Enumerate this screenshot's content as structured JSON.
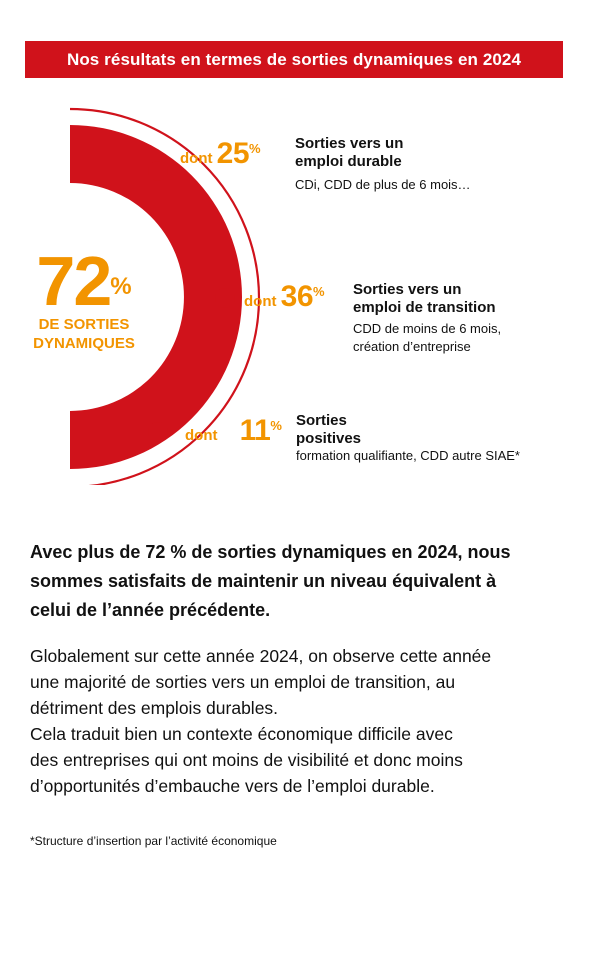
{
  "banner": {
    "title": "Nos résultats en termes de sorties dynamiques en 2024"
  },
  "colors": {
    "red": "#d0121b",
    "orange": "#f29400",
    "text": "#111111"
  },
  "diagram": {
    "total": {
      "value": 72,
      "value_text": "72",
      "unit": "%",
      "label_line1": "DE SORTIES",
      "label_line2": "DYNAMIQUES"
    },
    "items": [
      {
        "prefix": "dont",
        "value": 25,
        "value_text": "25",
        "unit": "%",
        "title_line1": "Sorties vers un",
        "title_line2": "emploi durable",
        "desc_line1": "CDi, CDD de plus de 6 mois…",
        "desc_line2": ""
      },
      {
        "prefix": "dont",
        "value": 36,
        "value_text": "36",
        "unit": "%",
        "title_line1": "Sorties vers un",
        "title_line2": "emploi de transition",
        "desc_line1": "CDD de moins de 6 mois,",
        "desc_line2": "création d’entreprise"
      },
      {
        "prefix": "dont",
        "value": 11,
        "value_text": "11",
        "unit": "%",
        "title_line1": "Sorties",
        "title_line2": "positives",
        "desc_line1": "formation qualifiante, CDD autre SIAE*",
        "desc_line2": ""
      }
    ]
  },
  "body": {
    "bold_lines": [
      "Avec plus de 72 % de sorties dynamiques en 2024, nous",
      "sommes satisfaits de maintenir un niveau équivalent à",
      "celui de l’année précédente."
    ],
    "lines": [
      "Globalement sur cette année 2024, on observe cette année",
      "une majorité de sorties vers un emploi de transition, au",
      "détriment des emplois durables.",
      "Cela traduit bien un contexte économique difficile avec",
      "des entreprises qui ont moins de visibilité et donc moins",
      "d’opportunités d’embauche vers de l’emploi durable."
    ],
    "footnote": "*Structure d’insertion par l’activité économique"
  }
}
